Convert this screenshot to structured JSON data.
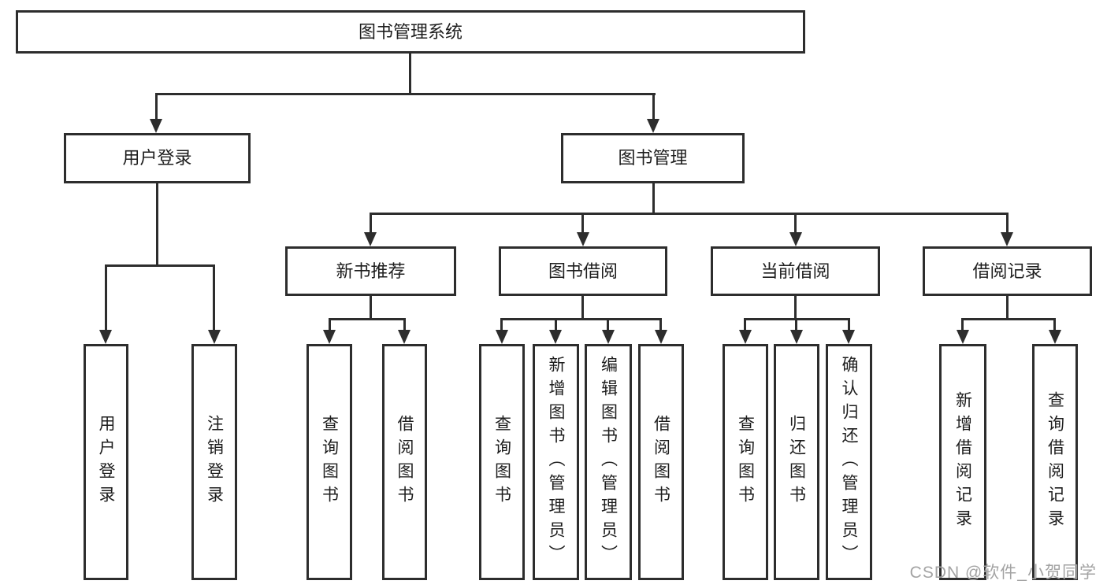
{
  "nodes": {
    "root": "图书管理系统",
    "user_login": "用户登录",
    "book_mgmt": "图书管理",
    "new_book_rec": "新书推荐",
    "book_borrow": "图书借阅",
    "current_borrow": "当前借阅",
    "borrow_record": "借阅记录",
    "leaf_user_login": "用户登录",
    "leaf_logout": "注销登录",
    "leaf_nbr_query": "查询图书",
    "leaf_nbr_borrow": "借阅图书",
    "leaf_bb_query": "查询图书",
    "leaf_bb_add": "新增图书（管理员）",
    "leaf_bb_edit": "编辑图书（管理员）",
    "leaf_bb_borrow": "借阅图书",
    "leaf_cb_query": "查询图书",
    "leaf_cb_return": "归还图书",
    "leaf_cb_confirm": "确认归还（管理员）",
    "leaf_br_add": "新增借阅记录",
    "leaf_br_query": "查询借阅记录"
  },
  "watermark": "CSDN @软件_小贺同学",
  "colors": {
    "line": "#2d2d2d",
    "box_border": "#2d2d2d",
    "text": "#1d1d1d",
    "watermark": "#a3a3a3",
    "background": "#ffffff"
  }
}
